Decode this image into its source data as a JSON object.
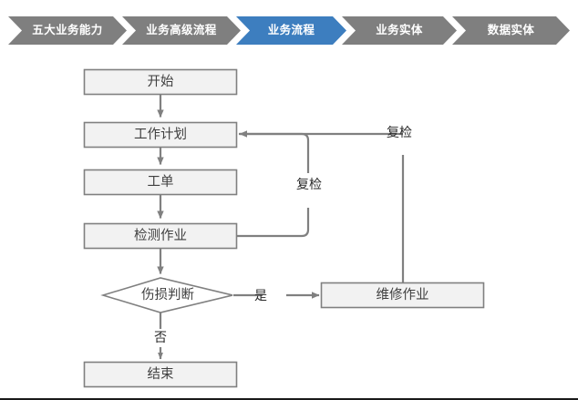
{
  "breadcrumb": {
    "active_index": 2,
    "active_color": "#3d7ebf",
    "inactive_color": "#7f7f7f",
    "items": [
      {
        "label": "五大业务能力",
        "active": false
      },
      {
        "label": "业务高级流程",
        "active": false
      },
      {
        "label": "业务流程",
        "active": true
      },
      {
        "label": "业务实体",
        "active": false
      },
      {
        "label": "数据实体",
        "active": false
      }
    ]
  },
  "flowchart": {
    "box_fill": "#f2f2f2",
    "box_stroke": "#808080",
    "connector_color": "#808080",
    "text_color": "#404040",
    "nodes": [
      {
        "id": "start",
        "label": "开始",
        "shape": "rect"
      },
      {
        "id": "plan",
        "label": "工作计划",
        "shape": "rect"
      },
      {
        "id": "order",
        "label": "工单",
        "shape": "rect"
      },
      {
        "id": "inspect",
        "label": "检测作业",
        "shape": "rect"
      },
      {
        "id": "decide",
        "label": "伤损判断",
        "shape": "diamond"
      },
      {
        "id": "repair",
        "label": "维修作业",
        "shape": "rect"
      },
      {
        "id": "end",
        "label": "结束",
        "shape": "rect"
      }
    ],
    "edge_labels": {
      "recheck_inner": "复检",
      "recheck_outer": "复检",
      "yes": "是",
      "no": "否"
    }
  }
}
